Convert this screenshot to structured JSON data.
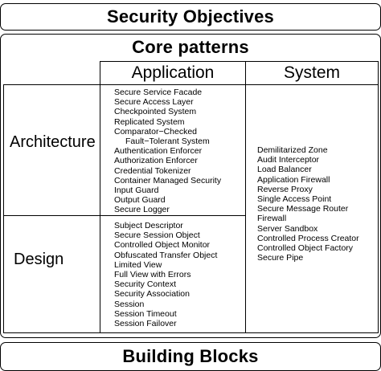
{
  "title": "Security Objectives",
  "core_title": "Core patterns",
  "columns": [
    "Application",
    "System"
  ],
  "rows": [
    "Architecture",
    "Design"
  ],
  "application_architecture": [
    "Secure Service Facade",
    "Secure Access Layer",
    "Checkpointed System",
    "Replicated System",
    "Comparator−Checked",
    "Fault−Tolerant System",
    "Authentication Enforcer",
    "Authorization Enforcer",
    "Credential Tokenizer",
    "Container Managed Security",
    "Input Guard",
    "Output Guard",
    "Secure Logger"
  ],
  "application_design": [
    "Subject Descriptor",
    "Secure Session Object",
    "Controlled Object Monitor",
    "Obfuscated Transfer Object",
    "Limited View",
    "Full View with Errors",
    "Security Context",
    "Security Association",
    "Session",
    "Session Timeout",
    "Session Failover"
  ],
  "system": [
    "Demilitarized Zone",
    "Audit Interceptor",
    "Load Balancer",
    "Application Firewall",
    "Reverse Proxy",
    "Single Access Point",
    "Secure Message Router",
    "Firewall",
    "Server Sandbox",
    "Controlled Process Creator",
    "Controlled Object Factory",
    "Secure Pipe"
  ],
  "footer": "Building Blocks"
}
